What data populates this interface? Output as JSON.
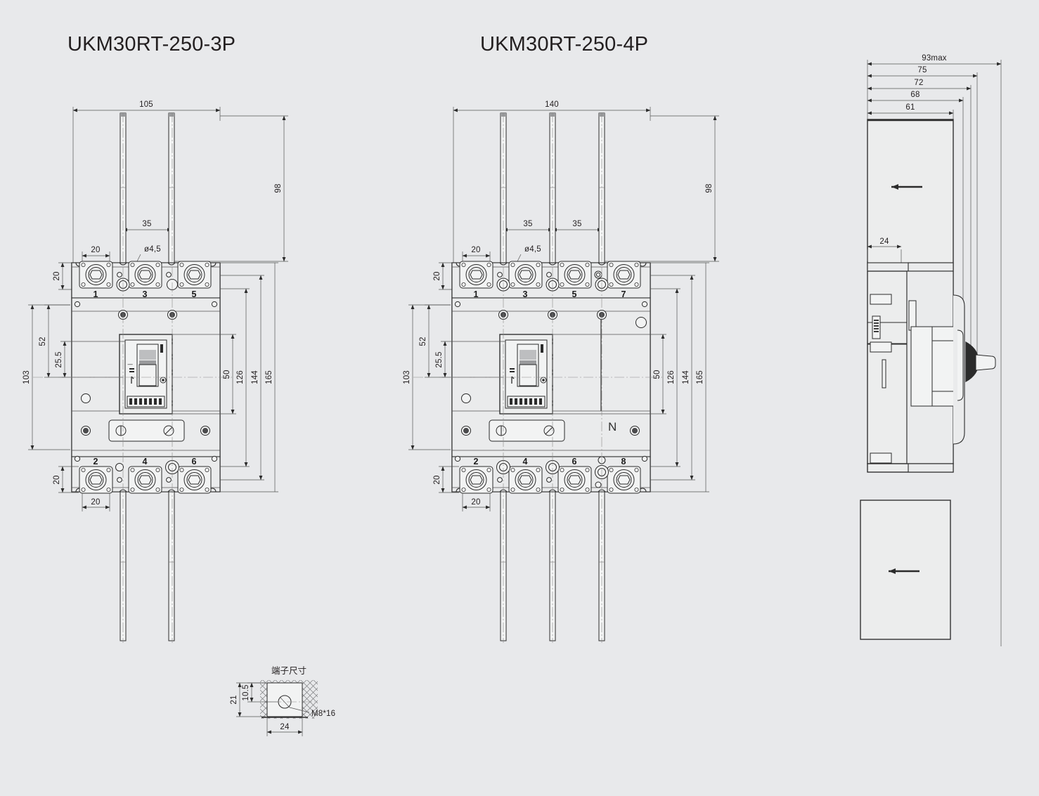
{
  "drawing": {
    "sheet_background": "#e8e9eb",
    "line_color": "#2b2b2b"
  },
  "views": [
    {
      "id": "front-3p",
      "title": "UKM30RT-250-3P",
      "poles": 3,
      "top_terminal_labels": [
        "1",
        "3",
        "5"
      ],
      "bottom_terminal_labels": [
        "2",
        "4",
        "6"
      ],
      "dimensions": {
        "overall_width": "105",
        "top_lead_height": "98",
        "pole_pitch": "35",
        "terminal_width": "20",
        "terminal_height": "20",
        "mounting_hole_dia": "4,5",
        "left_103": "103",
        "left_52": "52",
        "left_25_5": "25.5",
        "right_50": "50",
        "right_126": "126",
        "right_144": "144",
        "right_165": "165",
        "bottom_terminal_width": "20"
      }
    },
    {
      "id": "front-4p",
      "title": "UKM30RT-250-4P",
      "poles": 4,
      "neutral_marking": "N",
      "top_terminal_labels": [
        "1",
        "3",
        "5",
        "7"
      ],
      "bottom_terminal_labels": [
        "2",
        "4",
        "6",
        "8"
      ],
      "dimensions": {
        "overall_width": "140",
        "top_lead_height": "98",
        "pole_pitch_1": "35",
        "pole_pitch_2": "35",
        "terminal_width": "20",
        "terminal_height": "20",
        "mounting_hole_dia": "4,5",
        "left_103": "103",
        "left_52": "52",
        "left_25_5": "25.5",
        "right_50": "50",
        "right_126": "126",
        "right_144": "144",
        "right_165": "165",
        "bottom_terminal_width": "20"
      }
    },
    {
      "id": "side-view",
      "title": "",
      "dimensions": {
        "depth_max": "93max",
        "d75": "75",
        "d72": "72",
        "d68": "68",
        "d61": "61",
        "d24": "24"
      }
    },
    {
      "id": "terminal-detail",
      "title": "端子尺寸",
      "dimensions": {
        "height_21": "21",
        "height_10_5": "10.5",
        "width_24": "24",
        "thread": "M8*16"
      }
    }
  ],
  "labels": {
    "phi": "ø"
  }
}
